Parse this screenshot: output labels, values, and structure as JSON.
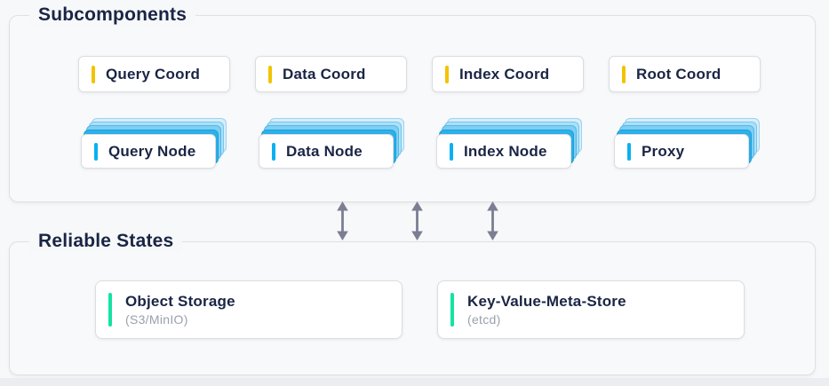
{
  "subcomponents": {
    "title": "Subcomponents",
    "coords": [
      {
        "label": "Query Coord"
      },
      {
        "label": "Data Coord"
      },
      {
        "label": "Index Coord"
      },
      {
        "label": "Root Coord"
      }
    ],
    "nodes": [
      {
        "label": "Query Node"
      },
      {
        "label": "Data Node"
      },
      {
        "label": "Index Node"
      },
      {
        "label": "Proxy"
      }
    ]
  },
  "connectors": {
    "type": "bidirectional-vertical-arrows",
    "count": 3
  },
  "reliable_states": {
    "title": "Reliable States",
    "stores": [
      {
        "title": "Object Storage",
        "subtitle": "(S3/MinIO)"
      },
      {
        "title": "Key-Value-Meta-Store",
        "subtitle": "(etcd)"
      }
    ]
  },
  "colors": {
    "text": "#1a2545",
    "coordinator_accent": "#f3c300",
    "node_accent": "#09b1f1",
    "store_accent": "#13e3a3",
    "node_stack_blue": "#2cb1ea",
    "arrow": "#7c7f93",
    "panel_border": "#dfe0e6",
    "card_border": "#dcdde3",
    "page_background": "#f7f8f9",
    "subtitle_gray": "#9aa1ac"
  }
}
